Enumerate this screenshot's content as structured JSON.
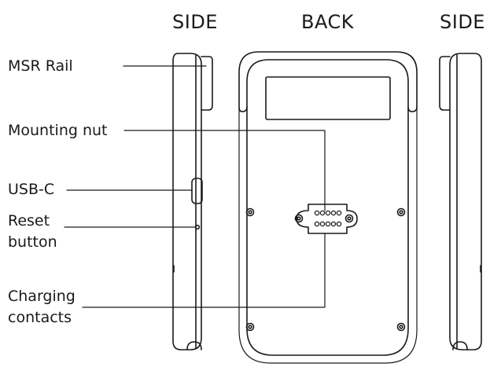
{
  "views": {
    "side_left": "SIDE",
    "back": "BACK",
    "side_right": "SIDE"
  },
  "callouts": {
    "msr_rail": "MSR Rail",
    "mounting_nut": "Mounting nut",
    "usb_c": "USB-C",
    "reset_button": "Reset\nbutton",
    "charging_contacts": "Charging\ncontacts"
  },
  "colors": {
    "line": "#1a1a1a",
    "background": "#ffffff"
  }
}
